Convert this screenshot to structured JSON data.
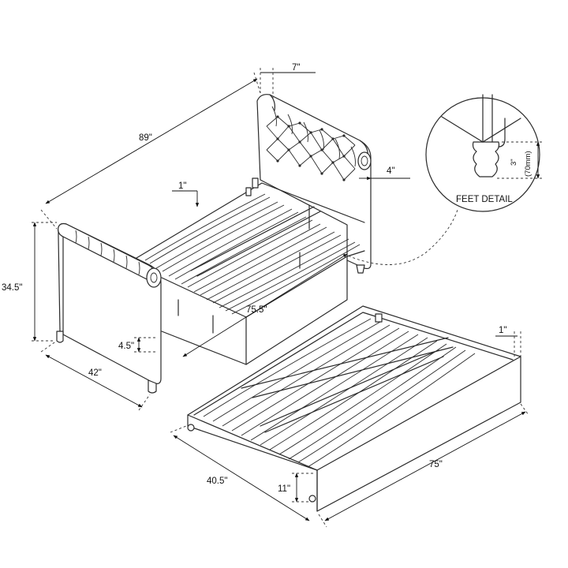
{
  "dimensions": {
    "overall_length": "89\"",
    "headboard_depth": "7\"",
    "arm_diameter": "4\"",
    "rail_height": "1\"",
    "overall_height": "34.5\"",
    "inner_length": "75.5\"",
    "leg_height": "4.5\"",
    "overall_width": "42\"",
    "trundle_rail": "1\"",
    "trundle_length": "75\"",
    "trundle_width": "40.5\"",
    "trundle_height": "11\""
  },
  "feet_detail": {
    "title": "FEET DETAIL",
    "height_in": "3\"",
    "height_mm": "(70mm)"
  },
  "icons": [
    "daybed-frame-illustration",
    "trundle-illustration",
    "foot-detail-illustration"
  ]
}
